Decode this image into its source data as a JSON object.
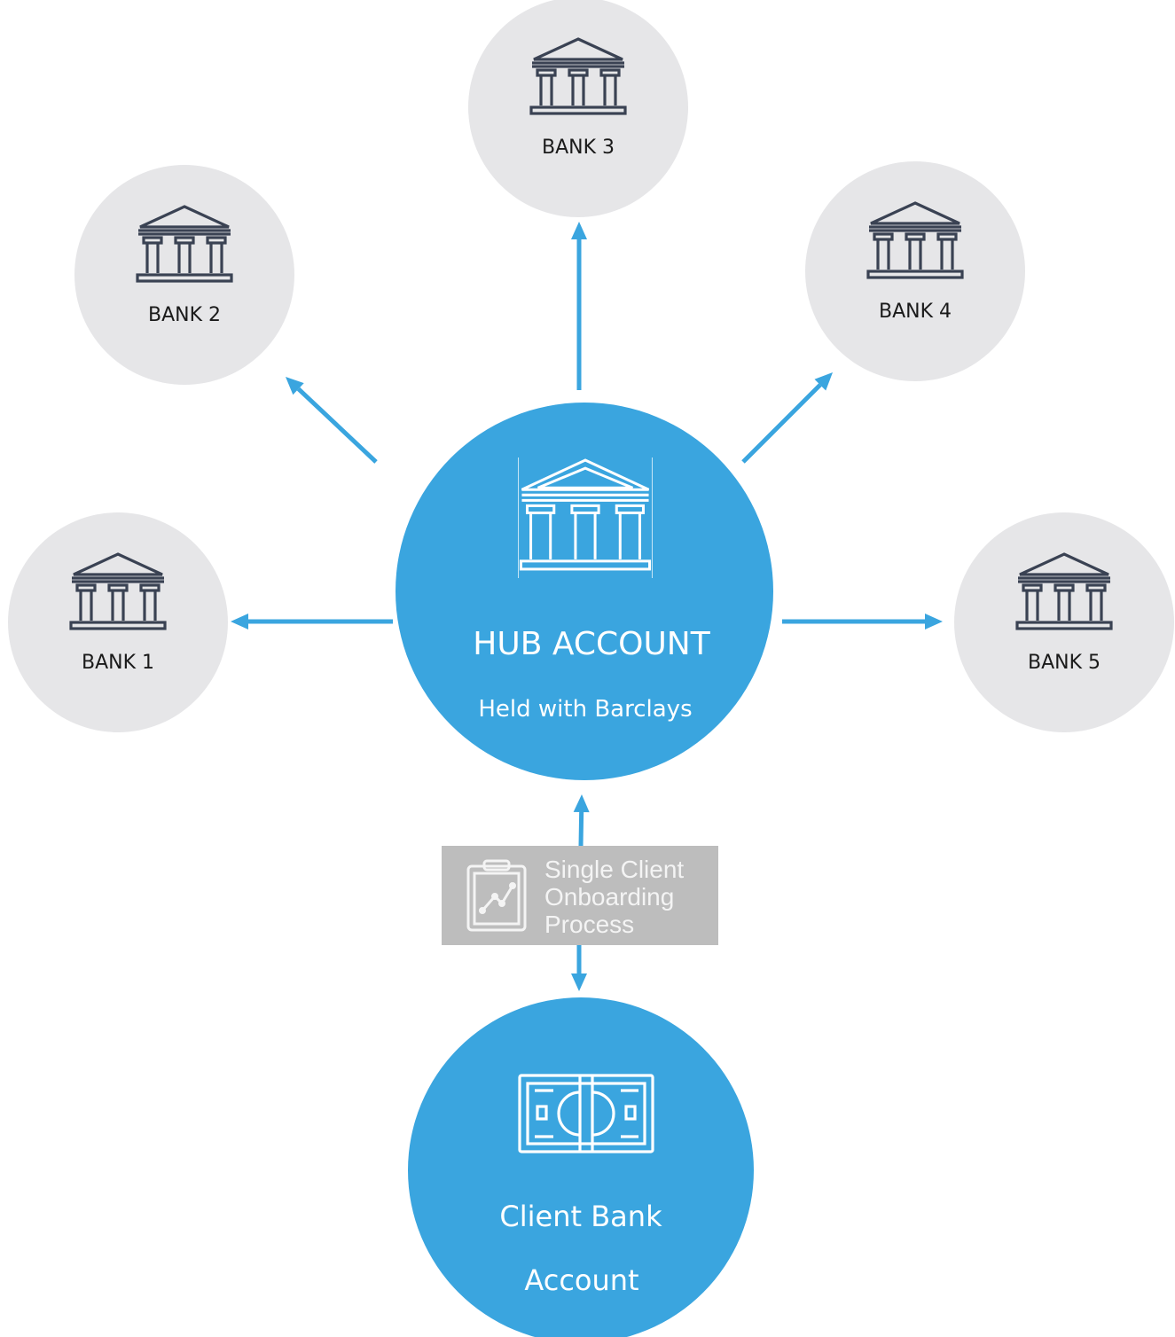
{
  "colors": {
    "accent": "#3aa5df",
    "bank_circle": "#e6e6e8",
    "bank_icon": "#3a4253",
    "onboarding_box": "#bdbdbd",
    "onboarding_text": "#f4f4f4"
  },
  "banks": [
    {
      "label": "BANK 1",
      "icon": "bank-building-icon"
    },
    {
      "label": "BANK 2",
      "icon": "bank-building-icon"
    },
    {
      "label": "BANK 3",
      "icon": "bank-building-icon"
    },
    {
      "label": "BANK 4",
      "icon": "bank-building-icon"
    },
    {
      "label": "BANK 5",
      "icon": "bank-building-icon"
    }
  ],
  "hub": {
    "title": "HUB ACCOUNT",
    "subtitle": "Held with Barclays",
    "icon": "bank-building-icon"
  },
  "onboarding": {
    "lines": [
      "Single Client",
      "Onboarding",
      "Process"
    ],
    "icon": "clipboard-chart-icon"
  },
  "client": {
    "line1": "Client Bank",
    "line2": "Account",
    "icon": "banknote-icon"
  }
}
